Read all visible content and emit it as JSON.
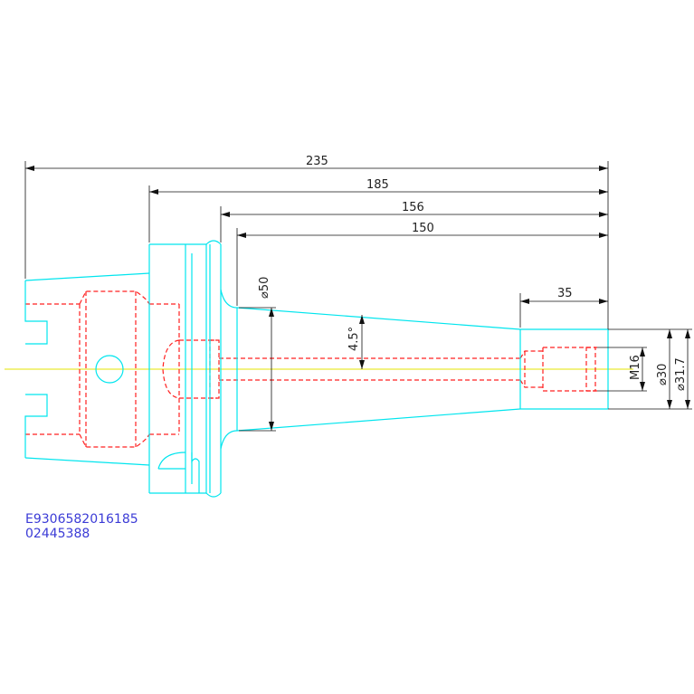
{
  "drawing": {
    "dimensions": {
      "d235": "235",
      "d185": "185",
      "d156": "156",
      "d150": "150",
      "d35": "35",
      "phi50": "⌀50",
      "angle": "4.5°",
      "m16": "M16",
      "phi30": "⌀30",
      "phi317": "⌀31.7"
    },
    "part_codes": {
      "line1": "E9306582016185",
      "line2": "02445388"
    }
  },
  "colors": {
    "outline": "#00e5ee",
    "hidden": "#ff2020",
    "dimension": "#111111",
    "centerline": "#e6e600",
    "code": "#3b3bd6"
  }
}
